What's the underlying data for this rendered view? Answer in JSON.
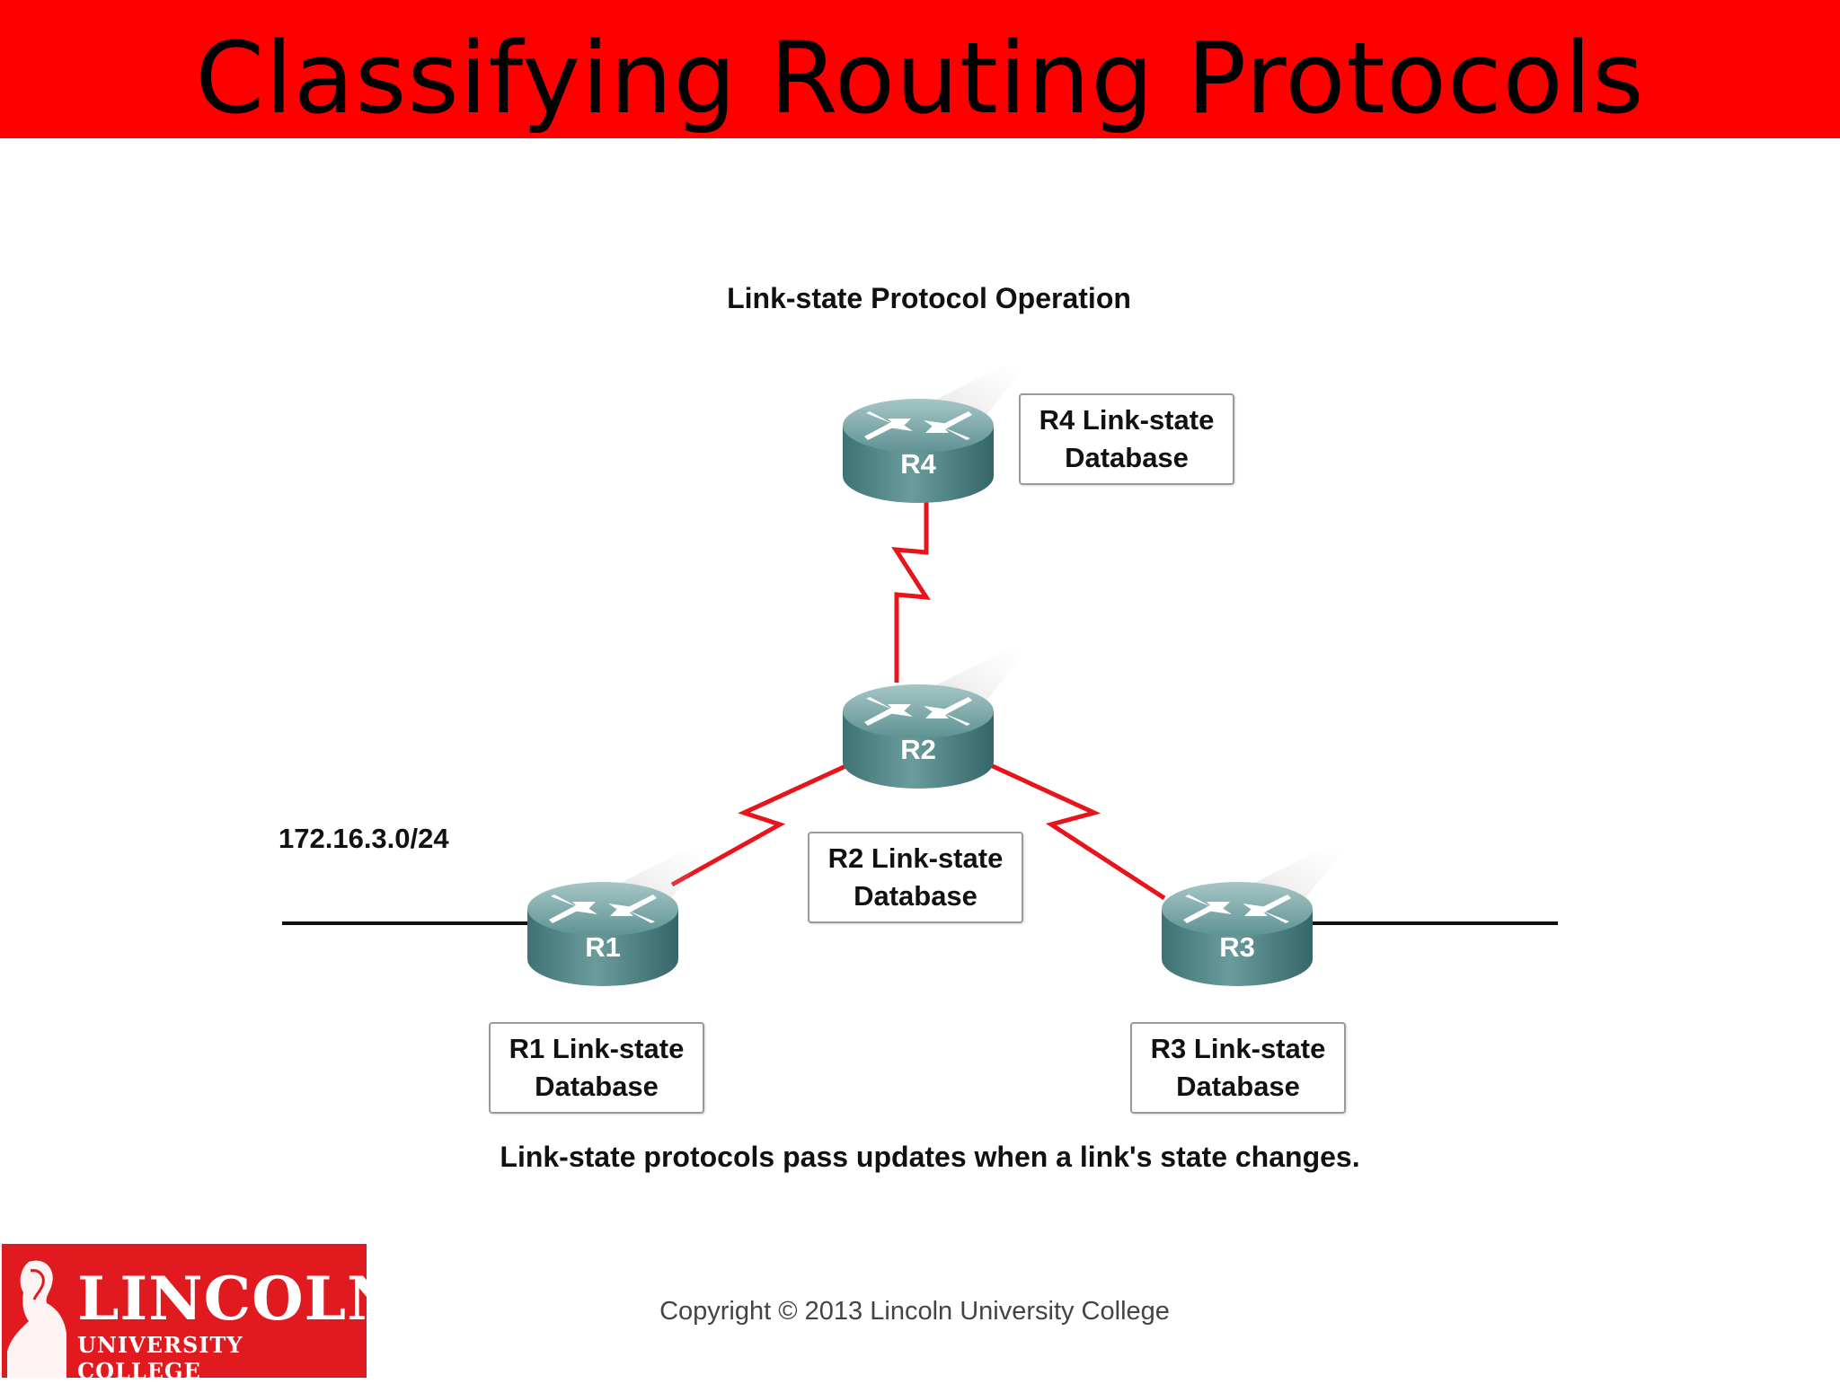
{
  "slide": {
    "title": "Classifying Routing Protocols"
  },
  "diagram": {
    "title": "Link-state Protocol Operation",
    "network_label": "172.16.3.0/24",
    "routers": [
      {
        "id": "R4",
        "label": "R4"
      },
      {
        "id": "R2",
        "label": "R2"
      },
      {
        "id": "R1",
        "label": "R1"
      },
      {
        "id": "R3",
        "label": "R3"
      }
    ],
    "databases": [
      {
        "line1": "R4 Link-state",
        "line2": "Database"
      },
      {
        "line1": "R2 Link-state",
        "line2": "Database"
      },
      {
        "line1": "R1 Link-state",
        "line2": "Database"
      },
      {
        "line1": "R3 Link-state",
        "line2": "Database"
      }
    ],
    "caption": "Link-state protocols pass updates when a link's state changes.",
    "link_color": "#e8141b",
    "router_color": "#4f8688"
  },
  "footer": {
    "copyright": "Copyright © 2013 Lincoln University College",
    "logo_main": "LINCOLN",
    "logo_sub": "UNIVERSITY COLLEGE"
  },
  "colors": {
    "title_bar": "#ff0000",
    "logo_bg": "#e11a1f"
  }
}
